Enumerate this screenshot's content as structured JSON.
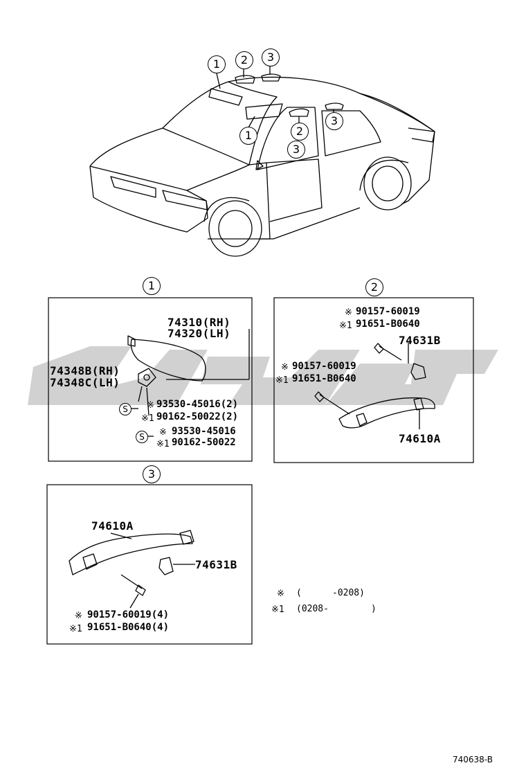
{
  "callouts": {
    "one": "1",
    "two": "2",
    "three": "3"
  },
  "note_marks": {
    "mark_a": "※",
    "mark_b": "※1"
  },
  "panel1": {
    "visor_rh": "74310(RH)",
    "visor_lh": "74320(LH)",
    "holder_rh": "74348B(RH)",
    "holder_lh": "74348C(LH)",
    "screw_a": "93530-45016(2)",
    "screw_b": "90162-50022(2)",
    "screw_c": "93530-45016",
    "screw_d": "90162-50022",
    "s_symbol": "S"
  },
  "panel2": {
    "bolt_a1": "90157-60019",
    "bolt_b1": "91651-B0640",
    "clip": "74631B",
    "bolt_a2": "90157-60019",
    "bolt_b2": "91651-B0640",
    "grip": "74610A"
  },
  "panel3": {
    "grip": "74610A",
    "clip": "74631B",
    "bolt_a": "90157-60019(4)",
    "bolt_b": "91651-B0640(4)"
  },
  "legend": {
    "row1_open": "(",
    "row1_range": "-0208)",
    "row2_range": "(0208-",
    "row2_close": ")"
  },
  "reference": "740638-B",
  "colors": {
    "line": "#000000",
    "watermark": "#c9c9c9",
    "background": "#ffffff"
  }
}
